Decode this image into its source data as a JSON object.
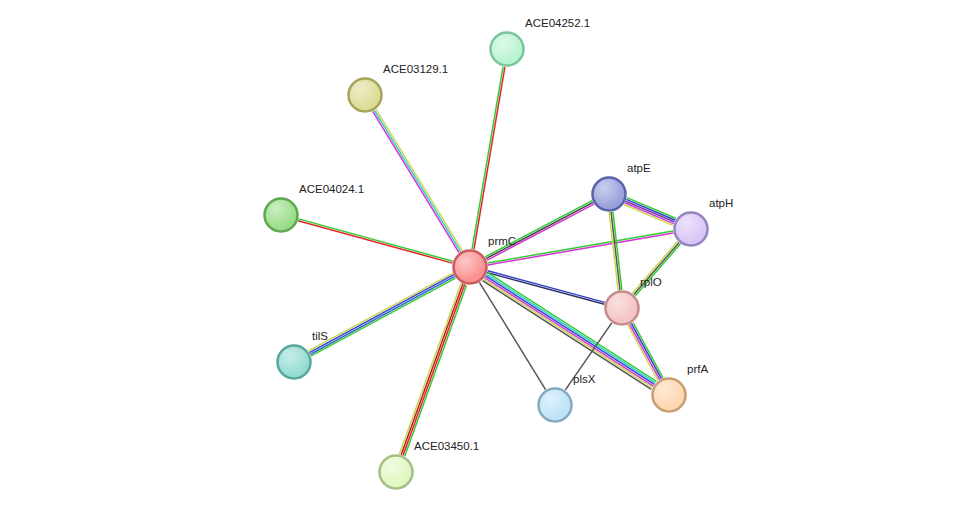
{
  "diagram": {
    "nodes": [
      {
        "text": [
          "ACE04252.1"
        ]
      },
      {
        "text": [
          "ACE03129.1"
        ]
      },
      {
        "text": [
          "atpE"
        ]
      },
      {
        "text": [
          "ACE04024.1"
        ]
      },
      {
        "text": [
          "atpH"
        ]
      },
      {
        "text": [
          "prmC"
        ]
      },
      {
        "text": [
          "rplO"
        ]
      },
      {
        "text": [
          "tilS"
        ]
      },
      {
        "text": [
          "prfA"
        ]
      },
      {
        "text": [
          "plsX"
        ]
      },
      {
        "text": [
          "ACE03450.1"
        ]
      }
    ],
    "edges": [
      {
        "from": 5,
        "to": 0,
        "arrow": "none"
      },
      {
        "from": 5,
        "to": 1,
        "arrow": "none"
      },
      {
        "from": 5,
        "to": 3,
        "arrow": "none"
      },
      {
        "from": 5,
        "to": 7,
        "arrow": "none"
      },
      {
        "from": 5,
        "to": 10,
        "arrow": "none"
      },
      {
        "from": 5,
        "to": 2,
        "arrow": "none"
      },
      {
        "from": 5,
        "to": 4,
        "arrow": "none"
      },
      {
        "from": 5,
        "to": 6,
        "arrow": "none"
      },
      {
        "from": 5,
        "to": 9,
        "arrow": "none"
      },
      {
        "from": 5,
        "to": 8,
        "arrow": "none"
      },
      {
        "from": 2,
        "to": 4,
        "arrow": "none"
      },
      {
        "from": 2,
        "to": 6,
        "arrow": "none"
      },
      {
        "from": 4,
        "to": 6,
        "arrow": "none"
      },
      {
        "from": 6,
        "to": 8,
        "arrow": "none"
      },
      {
        "from": 6,
        "to": 9,
        "arrow": "none"
      }
    ]
  }
}
